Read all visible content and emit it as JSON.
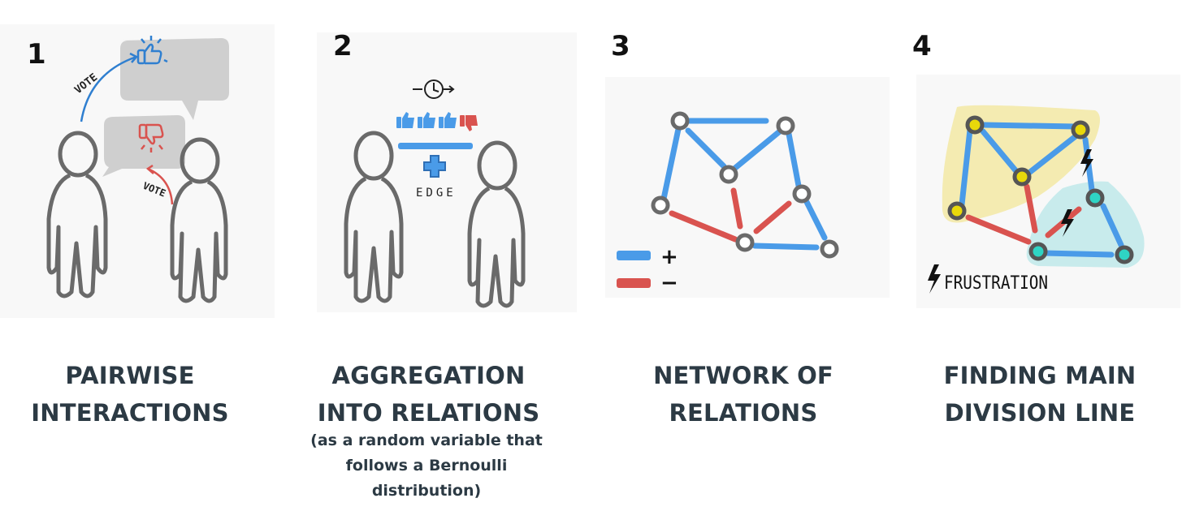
{
  "steps": [
    {
      "number": "1",
      "caption_lines": [
        "PAIRWISE",
        "INTERACTIONS"
      ],
      "sketch": {
        "vote_top": "VOTE",
        "vote_bottom": "VOTE",
        "icons": [
          "thumbs-up-icon",
          "thumbs-down-icon"
        ]
      }
    },
    {
      "number": "2",
      "caption_lines": [
        "AGGREGATION",
        "INTO RELATIONS"
      ],
      "note_lines": [
        "(as a random variable that",
        "follows a Bernoulli",
        "distribution)"
      ],
      "sketch": {
        "edge_label": "EDGE",
        "icons": [
          "clock-arrow-icon",
          "thumbs-up-icon",
          "thumbs-down-icon",
          "plus-icon"
        ]
      }
    },
    {
      "number": "3",
      "caption_lines": [
        "NETWORK OF",
        "RELATIONS"
      ],
      "sketch": {
        "legend": [
          {
            "sign": "+",
            "color": "#4a9be8"
          },
          {
            "sign": "−",
            "color": "#d9534f"
          }
        ]
      }
    },
    {
      "number": "4",
      "caption_lines": [
        "FINDING MAIN",
        "DIVISION LINE"
      ],
      "sketch": {
        "frustration_label": "FRUSTRATION",
        "icons": [
          "lightning-icon"
        ]
      }
    }
  ],
  "colors": {
    "positive": "#4a9be8",
    "negative": "#d9534f",
    "node": "#6b6b6b",
    "group_a": "#f3e9a4",
    "group_b": "#bfe9ea",
    "text": "#2c3a44"
  }
}
